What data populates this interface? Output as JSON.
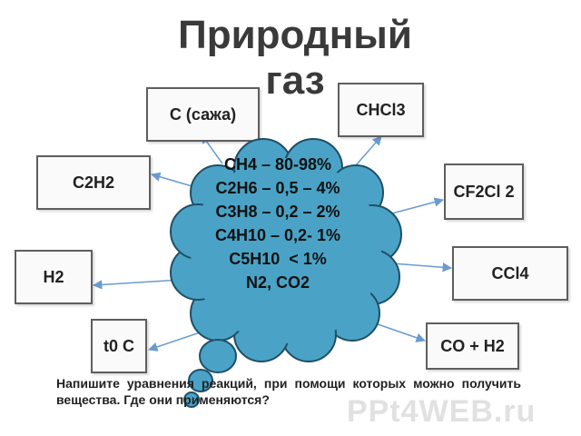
{
  "title": {
    "line1": "Природный",
    "line2": "газ"
  },
  "boxes": {
    "soot": "C (сажа)",
    "chcl3": "CHCl3",
    "c2h2": "C2H2",
    "cf2cl2": "CF2Cl 2",
    "h2": "H2",
    "ccl4": "CCl4",
    "t0c": "t0 C",
    "coh2": "CO + H2"
  },
  "composition": [
    "CH4 – 80-98%",
    "C2H6 – 0,5 – 4%",
    "C3H8 – 0,2 – 2%",
    "C4H10 – 0,2- 1%",
    "C5H10  < 1%",
    "N2, CO2"
  ],
  "question": "Напишите уравнения реакций,   при помощи которых можно получить вещества.  Где они применяются?",
  "watermark": "PPt4WEB.ru",
  "colors": {
    "cloud_fill": "#4aa3c6",
    "cloud_stroke": "#1f4f66",
    "arrow": "#6a9bd0"
  }
}
